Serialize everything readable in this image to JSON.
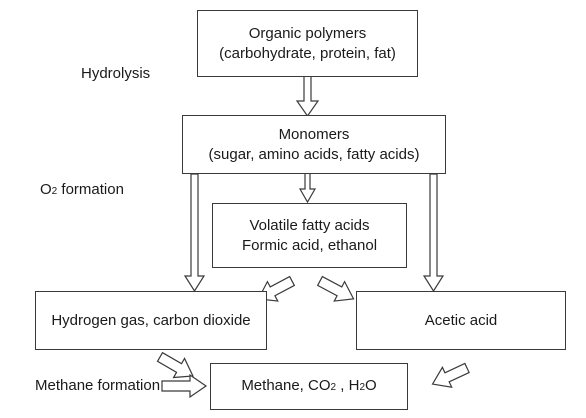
{
  "stages": {
    "hydrolysis": "Hydrolysis",
    "o2_formation": {
      "main": "O",
      "sub": "2",
      "rest": " formation"
    },
    "methane_formation": "Methane formation"
  },
  "boxes": {
    "organic_polymers": {
      "line1": "Organic polymers",
      "line2": "(carbohydrate, protein, fat)"
    },
    "monomers": {
      "line1": "Monomers",
      "line2": "(sugar, amino acids, fatty acids)"
    },
    "volatile_fatty_acids": {
      "line1": "Volatile fatty acids",
      "line2": "Formic acid, ethanol"
    },
    "hydrogen_co2": {
      "line1": "Hydrogen gas, carbon dioxide"
    },
    "acetic_acid": {
      "line1": "Acetic acid"
    },
    "products": {
      "part1": "Methane, CO",
      "sub1": "2",
      "part2": " , H",
      "sub2": "2",
      "part3": "O"
    }
  },
  "colors": {
    "stroke": "#3a3a3a",
    "text": "#1a1a1a"
  }
}
